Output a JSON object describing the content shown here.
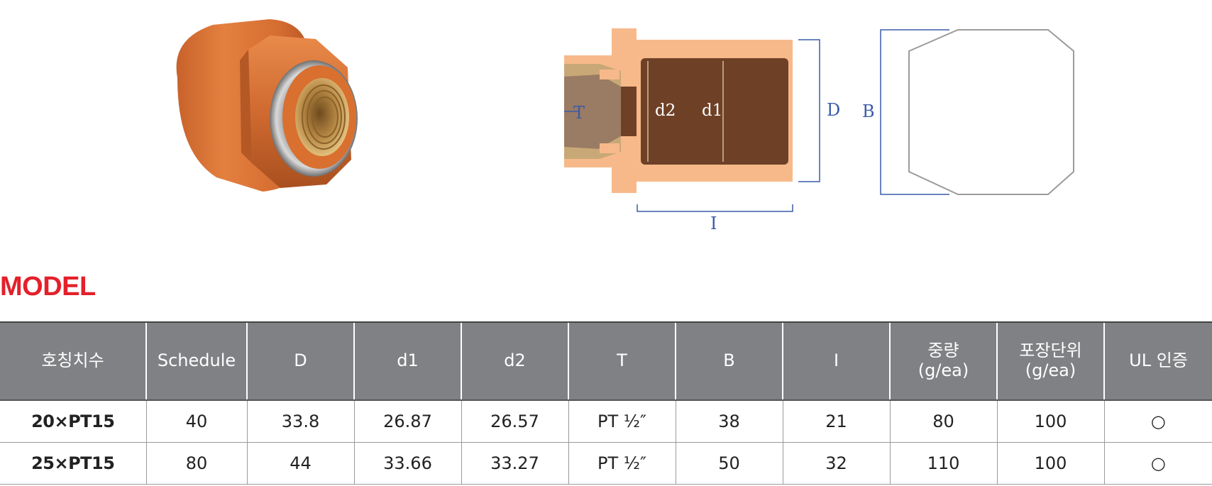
{
  "diagram": {
    "labels": {
      "T": "T",
      "d2": "d2",
      "d1": "d1",
      "D": "D",
      "B": "B",
      "I": "I"
    }
  },
  "section": {
    "title": "MODEL"
  },
  "table": {
    "headers": [
      "호칭치수",
      "Schedule",
      "D",
      "d1",
      "d2",
      "T",
      "B",
      "I",
      "중량\n(g/ea)",
      "포장단위\n(g/ea)",
      "UL 인증"
    ],
    "rows": [
      [
        "20×PT15",
        "40",
        "33.8",
        "26.87",
        "26.57",
        "PT ½″",
        "38",
        "21",
        "80",
        "100",
        "○"
      ],
      [
        "25×PT15",
        "80",
        "44",
        "33.66",
        "33.27",
        "PT ½″",
        "50",
        "32",
        "110",
        "100",
        "○"
      ]
    ]
  },
  "colors": {
    "heading_red": "#e4202a",
    "header_gray": "#808184",
    "fitting_orange": "#e07a3c",
    "section_peach": "#f7b98a",
    "section_brown": "#6e4127",
    "dimension_blue": "#3a5ba8"
  }
}
